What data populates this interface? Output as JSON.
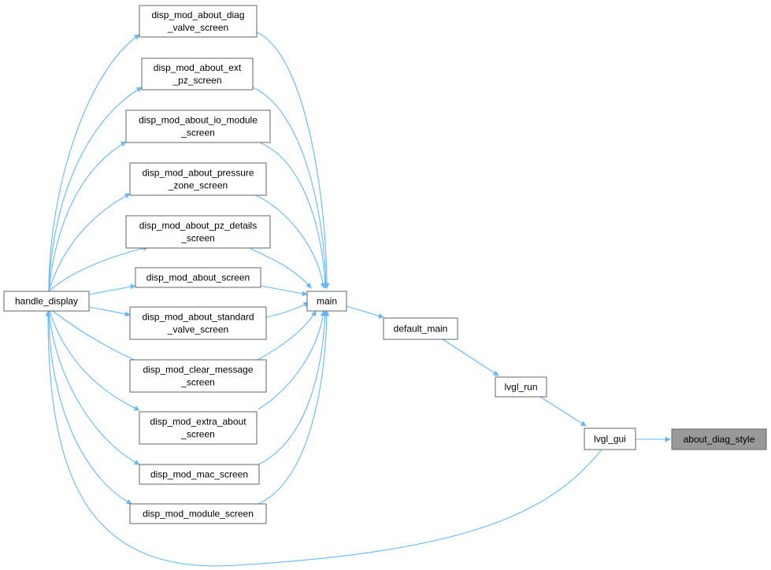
{
  "colors": {
    "edge": "#63b8ff",
    "node_border": "#666666",
    "highlight_fill": "#999999",
    "background": "#ffffff"
  },
  "nodes": {
    "diag_valve": [
      "disp_mod_about_diag",
      "_valve_screen"
    ],
    "ext_pz": [
      "disp_mod_about_ext",
      "_pz_screen"
    ],
    "io_module": [
      "disp_mod_about_io_module",
      "_screen"
    ],
    "pressure_zone": [
      "disp_mod_about_pressure",
      "_zone_screen"
    ],
    "pz_details": [
      "disp_mod_about_pz_details",
      "_screen"
    ],
    "about_screen": [
      "disp_mod_about_screen"
    ],
    "standard_valve": [
      "disp_mod_about_standard",
      "_valve_screen"
    ],
    "clear_message": [
      "disp_mod_clear_message",
      "_screen"
    ],
    "extra_about": [
      "disp_mod_extra_about",
      "_screen"
    ],
    "mac_screen": [
      "disp_mod_mac_screen"
    ],
    "module_screen": [
      "disp_mod_module_screen"
    ],
    "handle_display": [
      "handle_display"
    ],
    "main": [
      "main"
    ],
    "default_main": [
      "default_main"
    ],
    "lvgl_run": [
      "lvgl_run"
    ],
    "lvgl_gui": [
      "lvgl_gui"
    ],
    "about_diag_style": [
      "about_diag_style"
    ]
  },
  "edges": [
    [
      "lvgl_gui",
      "about_diag_style"
    ],
    [
      "lvgl_run",
      "lvgl_gui"
    ],
    [
      "default_main",
      "lvgl_run"
    ],
    [
      "main",
      "default_main"
    ],
    [
      "diag_valve",
      "main"
    ],
    [
      "ext_pz",
      "main"
    ],
    [
      "io_module",
      "main"
    ],
    [
      "pressure_zone",
      "main"
    ],
    [
      "pz_details",
      "main"
    ],
    [
      "about_screen",
      "main"
    ],
    [
      "standard_valve",
      "main"
    ],
    [
      "clear_message",
      "main"
    ],
    [
      "extra_about",
      "main"
    ],
    [
      "mac_screen",
      "main"
    ],
    [
      "module_screen",
      "main"
    ],
    [
      "handle_display",
      "diag_valve"
    ],
    [
      "handle_display",
      "ext_pz"
    ],
    [
      "handle_display",
      "io_module"
    ],
    [
      "handle_display",
      "pressure_zone"
    ],
    [
      "handle_display",
      "pz_details"
    ],
    [
      "handle_display",
      "about_screen"
    ],
    [
      "handle_display",
      "standard_valve"
    ],
    [
      "handle_display",
      "clear_message"
    ],
    [
      "handle_display",
      "extra_about"
    ],
    [
      "handle_display",
      "mac_screen"
    ],
    [
      "handle_display",
      "module_screen"
    ],
    [
      "lvgl_gui",
      "handle_display"
    ]
  ]
}
